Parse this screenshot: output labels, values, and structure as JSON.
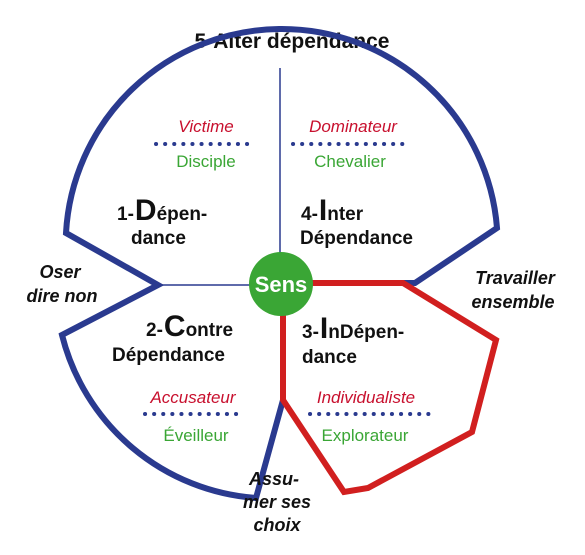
{
  "title": "5-Alter dépendance",
  "colors": {
    "outline": "#2a3a8f",
    "highlight": "#d11f1f",
    "center": "#3aa635",
    "red_text": "#c8102e",
    "green_text": "#3aa635"
  },
  "center": {
    "label": "Sens"
  },
  "quadrants": {
    "q1": {
      "number": "1-",
      "initial": "D",
      "line1_rest": "épen-",
      "line2": "dance",
      "red_role": "Victime",
      "green_role": "Disciple"
    },
    "q4": {
      "number": "4-",
      "initial": "I",
      "line1_rest": "nter",
      "line2": "Dépendance",
      "red_role": "Dominateur",
      "green_role": "Chevalier"
    },
    "q2": {
      "number": "2-",
      "initial": "C",
      "line1_rest": "ontre",
      "line2": "Dépendance",
      "red_role": "Accusateur",
      "green_role": "Éveilleur"
    },
    "q3": {
      "number": "3-",
      "initial": "I",
      "line1_rest": "nDépen-",
      "line2": "dance",
      "red_role": "Individualiste",
      "green_role": "Explorateur"
    }
  },
  "transitions": {
    "left": [
      "Oser",
      "dire non"
    ],
    "right": [
      "Travailler",
      "ensemble"
    ],
    "bottom": [
      "Assu-",
      "mer ses",
      "choix"
    ]
  }
}
